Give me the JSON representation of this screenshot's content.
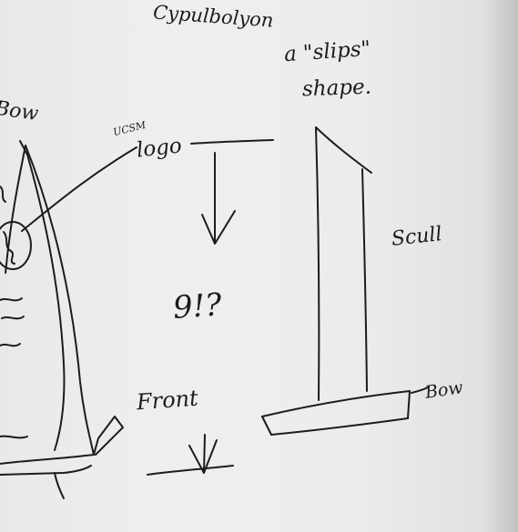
{
  "notes": {
    "top_heading": "Cypulbolyon",
    "slips_shape": "a \"slips\"",
    "shape_word": "shape.",
    "ucsm_small": "UCSM",
    "logo_word": "logo",
    "question_mark_note": "9!?",
    "scull_label": "Scull",
    "bow_label_right": "Bow",
    "front_label": "Front",
    "bow_label_left": "Bow"
  },
  "colors": {
    "ink": "#1c1c1c",
    "paper": "#ebebeb"
  }
}
